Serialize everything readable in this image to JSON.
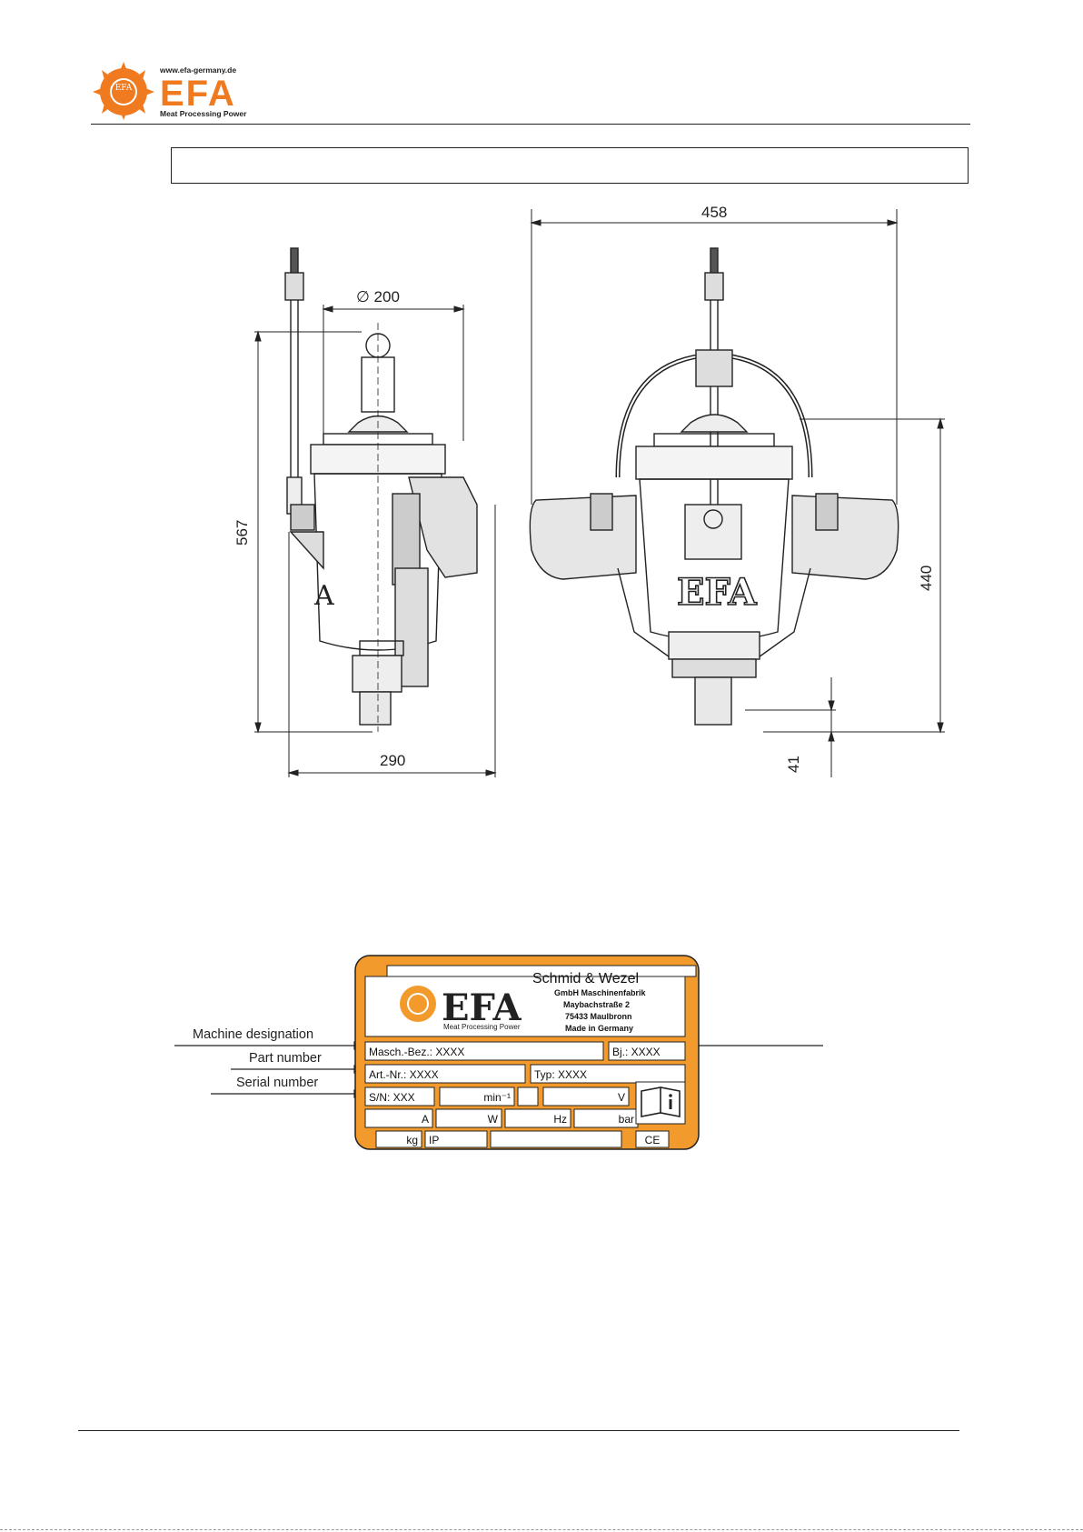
{
  "header": {
    "logo": {
      "url_text": "www.efa-germany.de",
      "brand": "EFA",
      "tagline": "Meat Processing Power",
      "seal_text": "EFA"
    }
  },
  "title_box": {
    "text": ""
  },
  "drawing": {
    "dimensions": {
      "side_diameter": "∅ 200",
      "side_height": "567",
      "side_width": "290",
      "front_width": "458",
      "front_height": "440",
      "front_offset": "41"
    },
    "front_logo": "EFA",
    "side_logo": "A"
  },
  "nameplate": {
    "brand": "EFA",
    "tagline": "Meat Processing Power",
    "company": "Schmid & Wezel",
    "company_sub": "GmbH Maschinenfabrik",
    "street": "Maybachstraße 2",
    "city": "75433 Maulbronn",
    "made_in": "Made in Germany",
    "masch_bez": "Masch.-Bez.:  XXXX",
    "bj": "Bj.: XXXX",
    "art_nr": "Art.-Nr.: XXXX",
    "typ": "Typ:  XXXX",
    "sn": "S/N: XXX",
    "min": "min⁻¹",
    "volt": "V",
    "amp": "A",
    "watt": "W",
    "hertz": "Hz",
    "bar": "bar",
    "kg": "kg",
    "ip": "IP",
    "ce": "CE",
    "accent_color": "#f39a2c"
  },
  "callouts": {
    "machine_designation": "Machine designation",
    "part_number": "Part number",
    "serial_number": "Serial number"
  }
}
